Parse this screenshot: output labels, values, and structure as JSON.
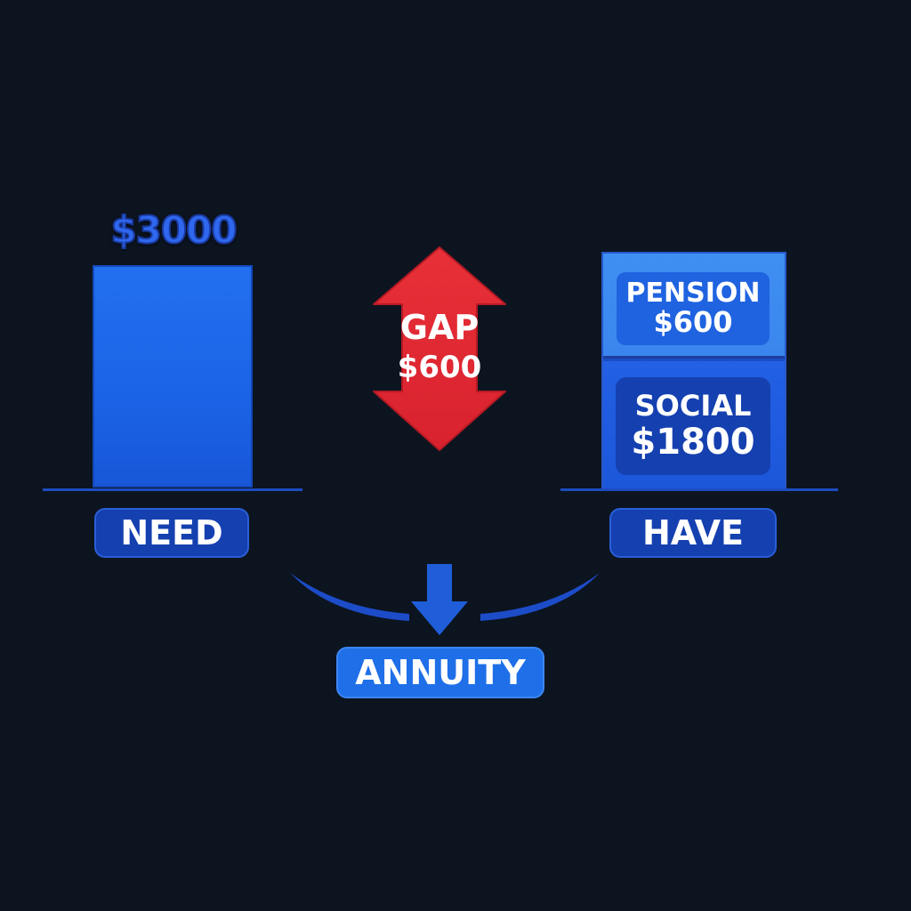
{
  "need": {
    "total": "$3000",
    "label": "NEED",
    "amount_value": 3000
  },
  "gap": {
    "title": "GAP",
    "value": "$600"
  },
  "have": {
    "label": "HAVE",
    "sources": [
      {
        "name": "PENSION",
        "amount": "$600"
      },
      {
        "name": "SOCIAL",
        "amount": "$1800"
      }
    ]
  },
  "annuity": {
    "label": "ANNUITY"
  },
  "colors": {
    "background": "#0c1420",
    "need_bar": "#1b63e6",
    "gap_arrow": "#e12a36",
    "pension": "#3a86ee",
    "social": "#1c57da",
    "label_pill": "#1540b0",
    "annuity_pill": "#1f6fe8"
  },
  "icons": {
    "gap": "double-arrow-vertical-icon",
    "annuity": "arrow-down-icon"
  }
}
